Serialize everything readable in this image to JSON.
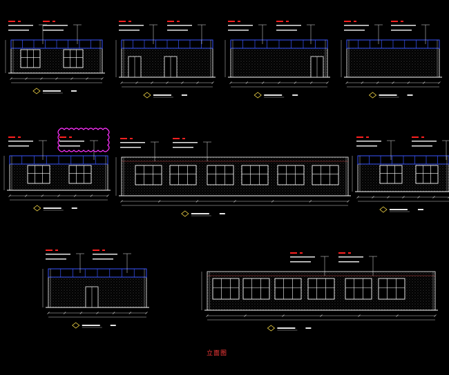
{
  "caption": "立面图",
  "colors": {
    "background": "#000000",
    "wall_outline": "#ffffff",
    "ceiling_band": "#3a56ff",
    "window": "#ffffff",
    "hatch": "#7a7a7a",
    "annotation_red": "#ff2020",
    "annotation_text": "#e8e8e8",
    "revision_cloud": "#ff30ff",
    "dimension": "#cfcfcf",
    "symbol_yellow": "#ffe14a"
  },
  "elevations": [
    {
      "id": "e1",
      "windows": 2,
      "door": false,
      "band": true
    },
    {
      "id": "e2",
      "windows": 0,
      "door": true,
      "band": true
    },
    {
      "id": "e3",
      "windows": 0,
      "door": true,
      "band": true
    },
    {
      "id": "e4",
      "windows": 0,
      "door": false,
      "band": true
    },
    {
      "id": "e5",
      "windows": 2,
      "door": false,
      "band": true,
      "cloud": true
    },
    {
      "id": "e6",
      "windows": 6,
      "door": false,
      "band": false
    },
    {
      "id": "e7",
      "windows": 2,
      "door": false,
      "band": true
    },
    {
      "id": "e8",
      "windows": 0,
      "door": true,
      "band": true
    },
    {
      "id": "e9",
      "windows": 6,
      "door": false,
      "band": false
    }
  ]
}
